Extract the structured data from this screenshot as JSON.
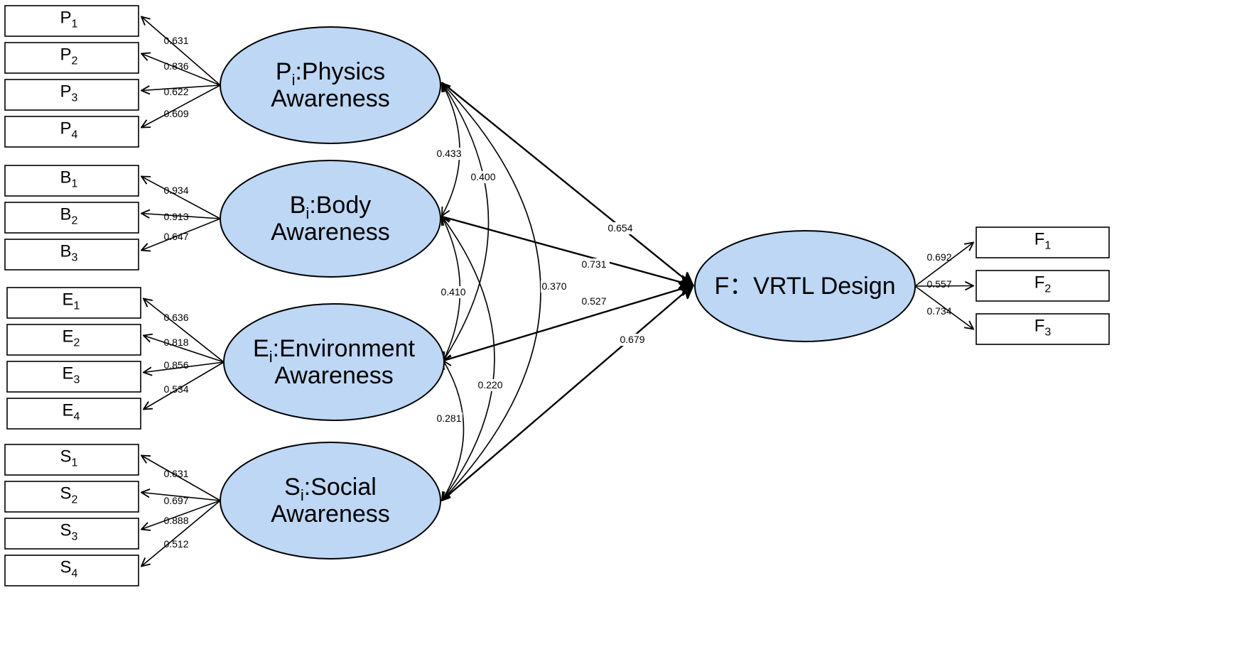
{
  "diagram": {
    "latents": [
      {
        "id": "P",
        "letter": "P",
        "sub": "i",
        "line1_rest": ":Physics",
        "line2": "Awareness"
      },
      {
        "id": "B",
        "letter": "B",
        "sub": "i",
        "line1_rest": ":Body",
        "line2": "Awareness"
      },
      {
        "id": "E",
        "letter": "E",
        "sub": "i",
        "line1_rest": ":Environment",
        "line2": "Awareness"
      },
      {
        "id": "S",
        "letter": "S",
        "sub": "i",
        "line1_rest": ":Social",
        "line2": "Awareness"
      },
      {
        "id": "F",
        "label": "F：VRTL Design"
      }
    ],
    "indicators": {
      "P": [
        {
          "letter": "P",
          "sub": "1",
          "loading": "0.631"
        },
        {
          "letter": "P",
          "sub": "2",
          "loading": "0.836"
        },
        {
          "letter": "P",
          "sub": "3",
          "loading": "0.622"
        },
        {
          "letter": "P",
          "sub": "4",
          "loading": "0.609"
        }
      ],
      "B": [
        {
          "letter": "B",
          "sub": "1",
          "loading": "0.934"
        },
        {
          "letter": "B",
          "sub": "2",
          "loading": "0.913"
        },
        {
          "letter": "B",
          "sub": "3",
          "loading": "0.647"
        }
      ],
      "E": [
        {
          "letter": "E",
          "sub": "1",
          "loading": "0.636"
        },
        {
          "letter": "E",
          "sub": "2",
          "loading": "0.818"
        },
        {
          "letter": "E",
          "sub": "3",
          "loading": "0.856"
        },
        {
          "letter": "E",
          "sub": "4",
          "loading": "0.534"
        }
      ],
      "S": [
        {
          "letter": "S",
          "sub": "1",
          "loading": "0.631"
        },
        {
          "letter": "S",
          "sub": "2",
          "loading": "0.697"
        },
        {
          "letter": "S",
          "sub": "3",
          "loading": "0.888"
        },
        {
          "letter": "S",
          "sub": "4",
          "loading": "0.512"
        }
      ],
      "F": [
        {
          "letter": "F",
          "sub": "1",
          "loading": "0.692"
        },
        {
          "letter": "F",
          "sub": "2",
          "loading": "0.557"
        },
        {
          "letter": "F",
          "sub": "3",
          "loading": "0.734"
        }
      ]
    },
    "paths": [
      {
        "from": "P",
        "to": "F",
        "value": "0.654"
      },
      {
        "from": "B",
        "to": "F",
        "value": "0.731"
      },
      {
        "from": "E",
        "to": "F",
        "value": "0.527"
      },
      {
        "from": "S",
        "to": "F",
        "value": "0.679"
      }
    ],
    "correlations": [
      {
        "a": "P",
        "b": "B",
        "value": "0.433"
      },
      {
        "a": "P",
        "b": "E",
        "value": "0.400"
      },
      {
        "a": "P",
        "b": "S",
        "value": "0.370"
      },
      {
        "a": "B",
        "b": "E",
        "value": "0.410"
      },
      {
        "a": "B",
        "b": "S",
        "value": "0.220"
      },
      {
        "a": "E",
        "b": "S",
        "value": "0.281"
      }
    ]
  }
}
